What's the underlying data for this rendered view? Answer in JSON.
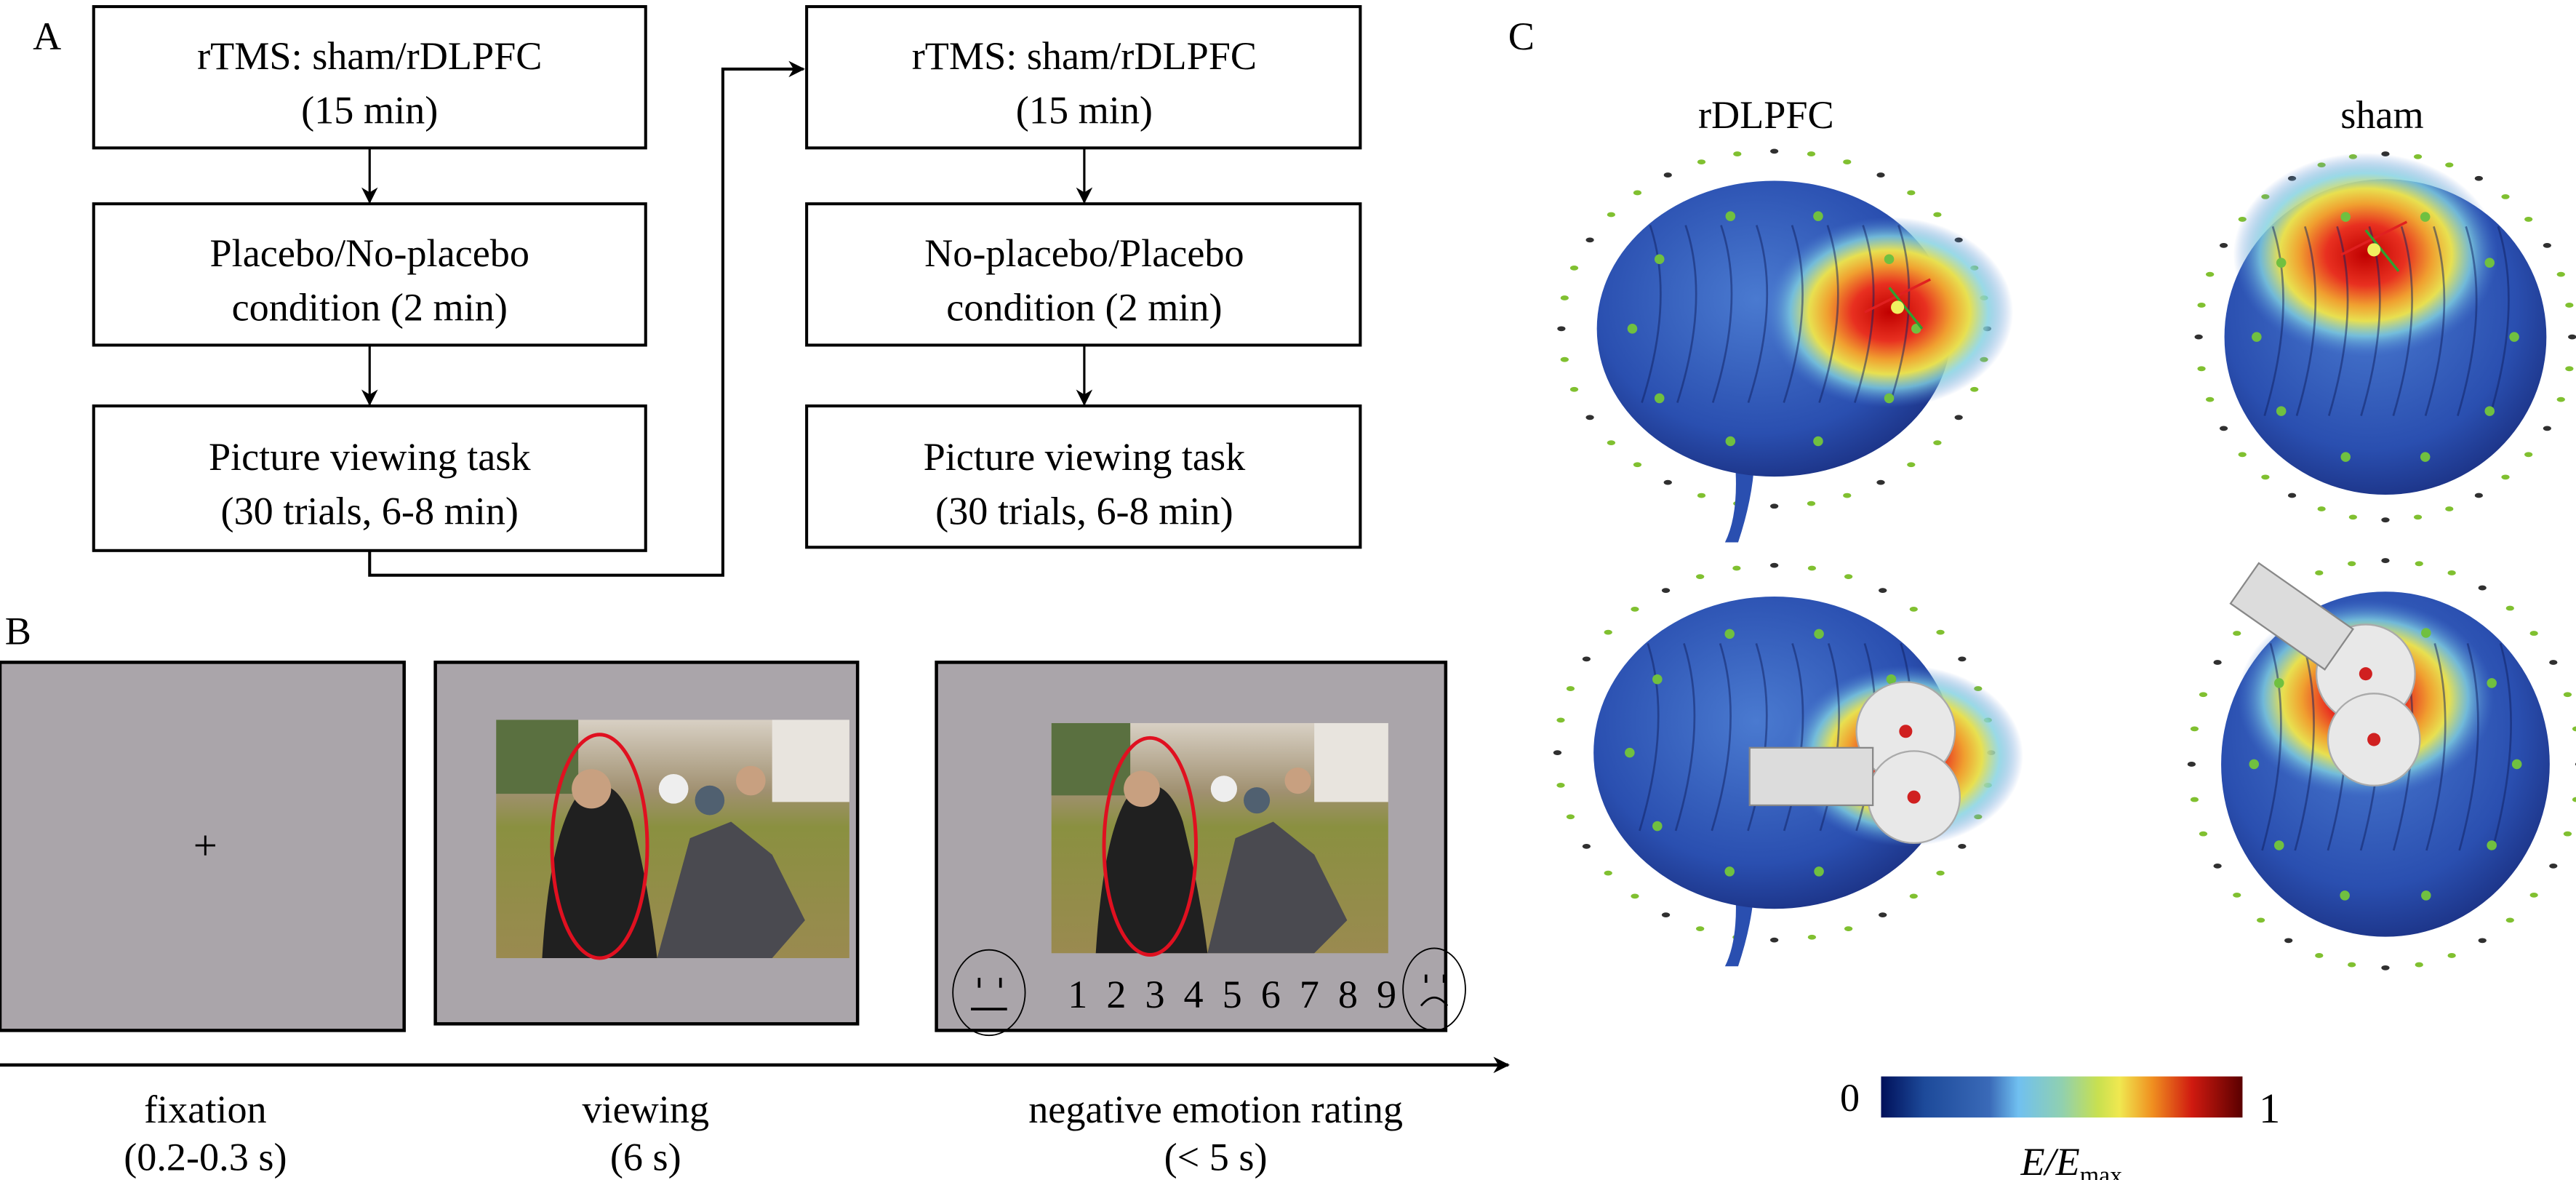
{
  "panel_a": {
    "label": "A",
    "left_column": [
      {
        "line1": "rTMS: sham/rDLPFC",
        "line2": "(15 min)"
      },
      {
        "line1": "Placebo/No-placebo",
        "line2": "condition (2 min)"
      },
      {
        "line1": "Picture viewing task",
        "line2": "(30 trials, 6-8 min)"
      }
    ],
    "right_column": [
      {
        "line1": "rTMS: sham/rDLPFC",
        "line2": "(15 min)"
      },
      {
        "line1": "No-placebo/Placebo",
        "line2": "condition (2 min)"
      },
      {
        "line1": "Picture viewing task",
        "line2": "(30 trials, 6-8 min)"
      }
    ]
  },
  "panel_b": {
    "label": "B",
    "fixation_symbol": "+",
    "rating_scale": [
      "1",
      "2",
      "3",
      "4",
      "5",
      "6",
      "7",
      "8",
      "9"
    ],
    "phases": [
      {
        "name": "fixation",
        "duration": "(0.2-0.3 s)"
      },
      {
        "name": "viewing",
        "duration": "(6 s)"
      },
      {
        "name": "negative emotion rating",
        "duration": "(< 5 s)"
      }
    ],
    "colors": {
      "screen": "#aaa5aa",
      "highlight_ellipse": "#e01020"
    }
  },
  "panel_c": {
    "label": "C",
    "columns": [
      "rDLPFC",
      "sham"
    ],
    "colorbar": {
      "min": "0",
      "max": "1",
      "label_main": "E/E",
      "label_sub": "max",
      "colors": [
        "#00105a",
        "#2a5aaa",
        "#70c0f0",
        "#c8e050",
        "#f0e050",
        "#f08020",
        "#d01010",
        "#600000"
      ]
    }
  }
}
